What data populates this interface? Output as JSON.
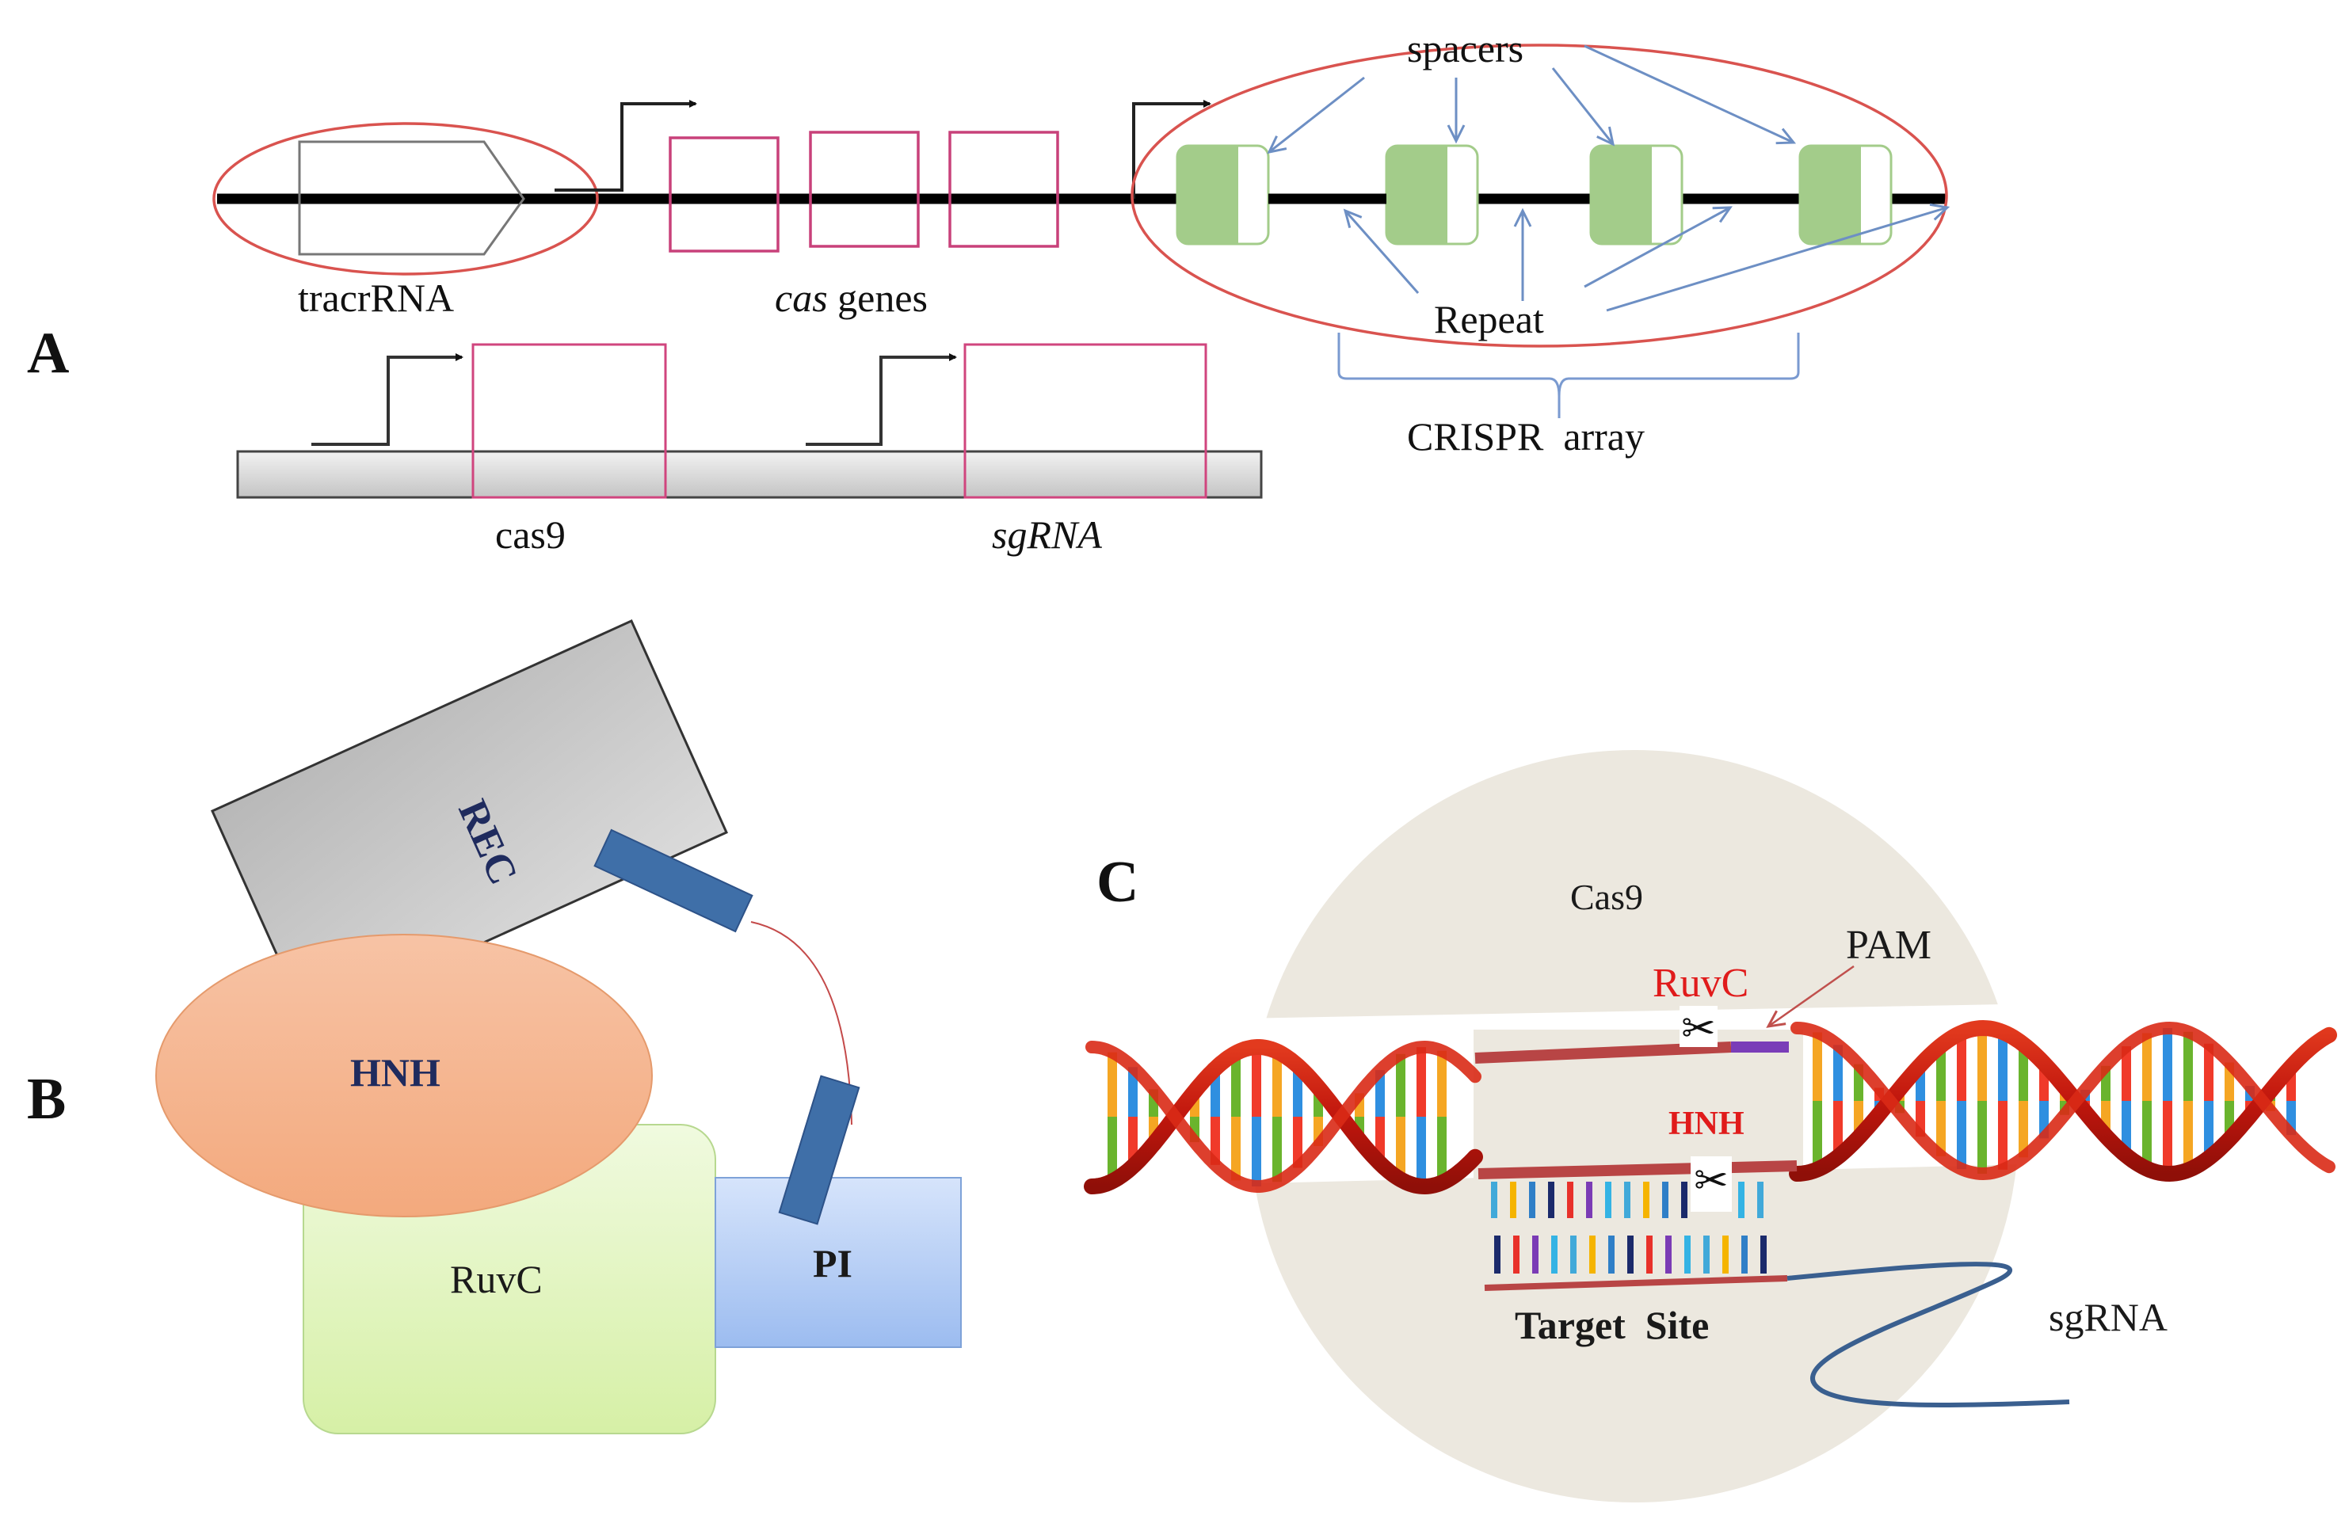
{
  "figure": {
    "panels": {
      "A": {
        "letter": "A",
        "labels": {
          "tracrRNA": "tracrRNA",
          "cas_genes_italic": "cas",
          "cas_genes_rest": " genes",
          "spacers": "spacers",
          "repeat": "Repeat",
          "crispr_array": "CRISPR  array",
          "cas9": "cas9",
          "sgRNA": "sgRNA"
        },
        "cas_gene_count": 3,
        "crispr_unit_count": 4
      },
      "B": {
        "letter": "B",
        "domains": {
          "rec": "REC",
          "hnh": "HNH",
          "ruvc": "RuvC",
          "pi": "PI"
        }
      },
      "C": {
        "letter": "C",
        "labels": {
          "cas9": "Cas9",
          "pam": "PAM",
          "ruvc": "RuvC",
          "hnh": "HNH",
          "target_site": "Target  Site",
          "sgRNA": "sgRNA"
        },
        "scissors_glyph": "✂"
      }
    },
    "colors": {
      "ellipse_red": "#d9534f",
      "gene_box_magenta": "#c8417a",
      "spacer_green": "#a3cc8a",
      "arrow_blue": "#6d8fc4",
      "rec_gray": "#c8c8c8",
      "hnh_orange": "#f6b48e",
      "ruvc_green": "#e3f5c6",
      "pi_blue": "#b5cdf5",
      "linker_blue": "#3f6fa8",
      "label_navy": "#1f2b5e",
      "cas9_beige": "#ece8df",
      "cut_label_red": "#e01b1b",
      "pam_purple": "#7a3db8",
      "strand_red": "#b84545",
      "sgRNA_blue": "#3a5f8f"
    }
  }
}
